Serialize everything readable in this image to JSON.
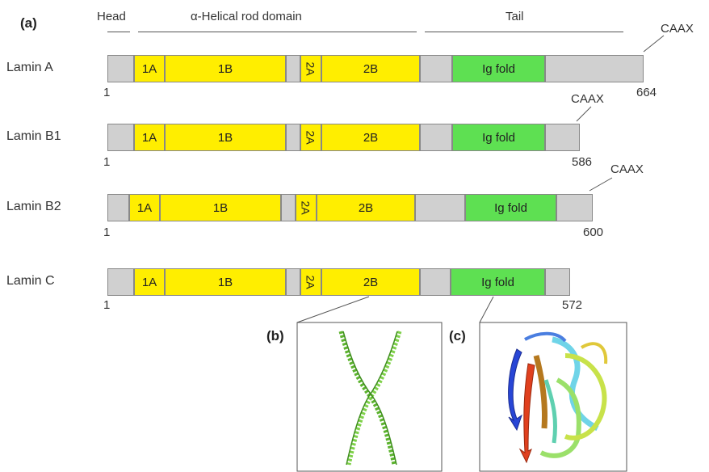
{
  "panel_labels": {
    "a": "(a)",
    "b": "(b)",
    "c": "(c)"
  },
  "regions": {
    "head": "Head",
    "rod": "α-Helical rod domain",
    "tail": "Tail"
  },
  "caax": "CAAX",
  "start_number": "1",
  "segment_labels": {
    "s1a": "1A",
    "s1b": "1B",
    "s2a": "2A",
    "s2b": "2B",
    "ig": "Ig fold"
  },
  "lamins": [
    {
      "name": "Lamin A",
      "length": "664",
      "caax": true
    },
    {
      "name": "Lamin B1",
      "length": "586",
      "caax": true
    },
    {
      "name": "Lamin B2",
      "length": "600",
      "caax": true
    },
    {
      "name": "Lamin C",
      "length": "572",
      "caax": false
    }
  ],
  "colors": {
    "rod": "#ffee00",
    "ig_fold": "#5ee052",
    "linker": "#d0d0d0"
  }
}
